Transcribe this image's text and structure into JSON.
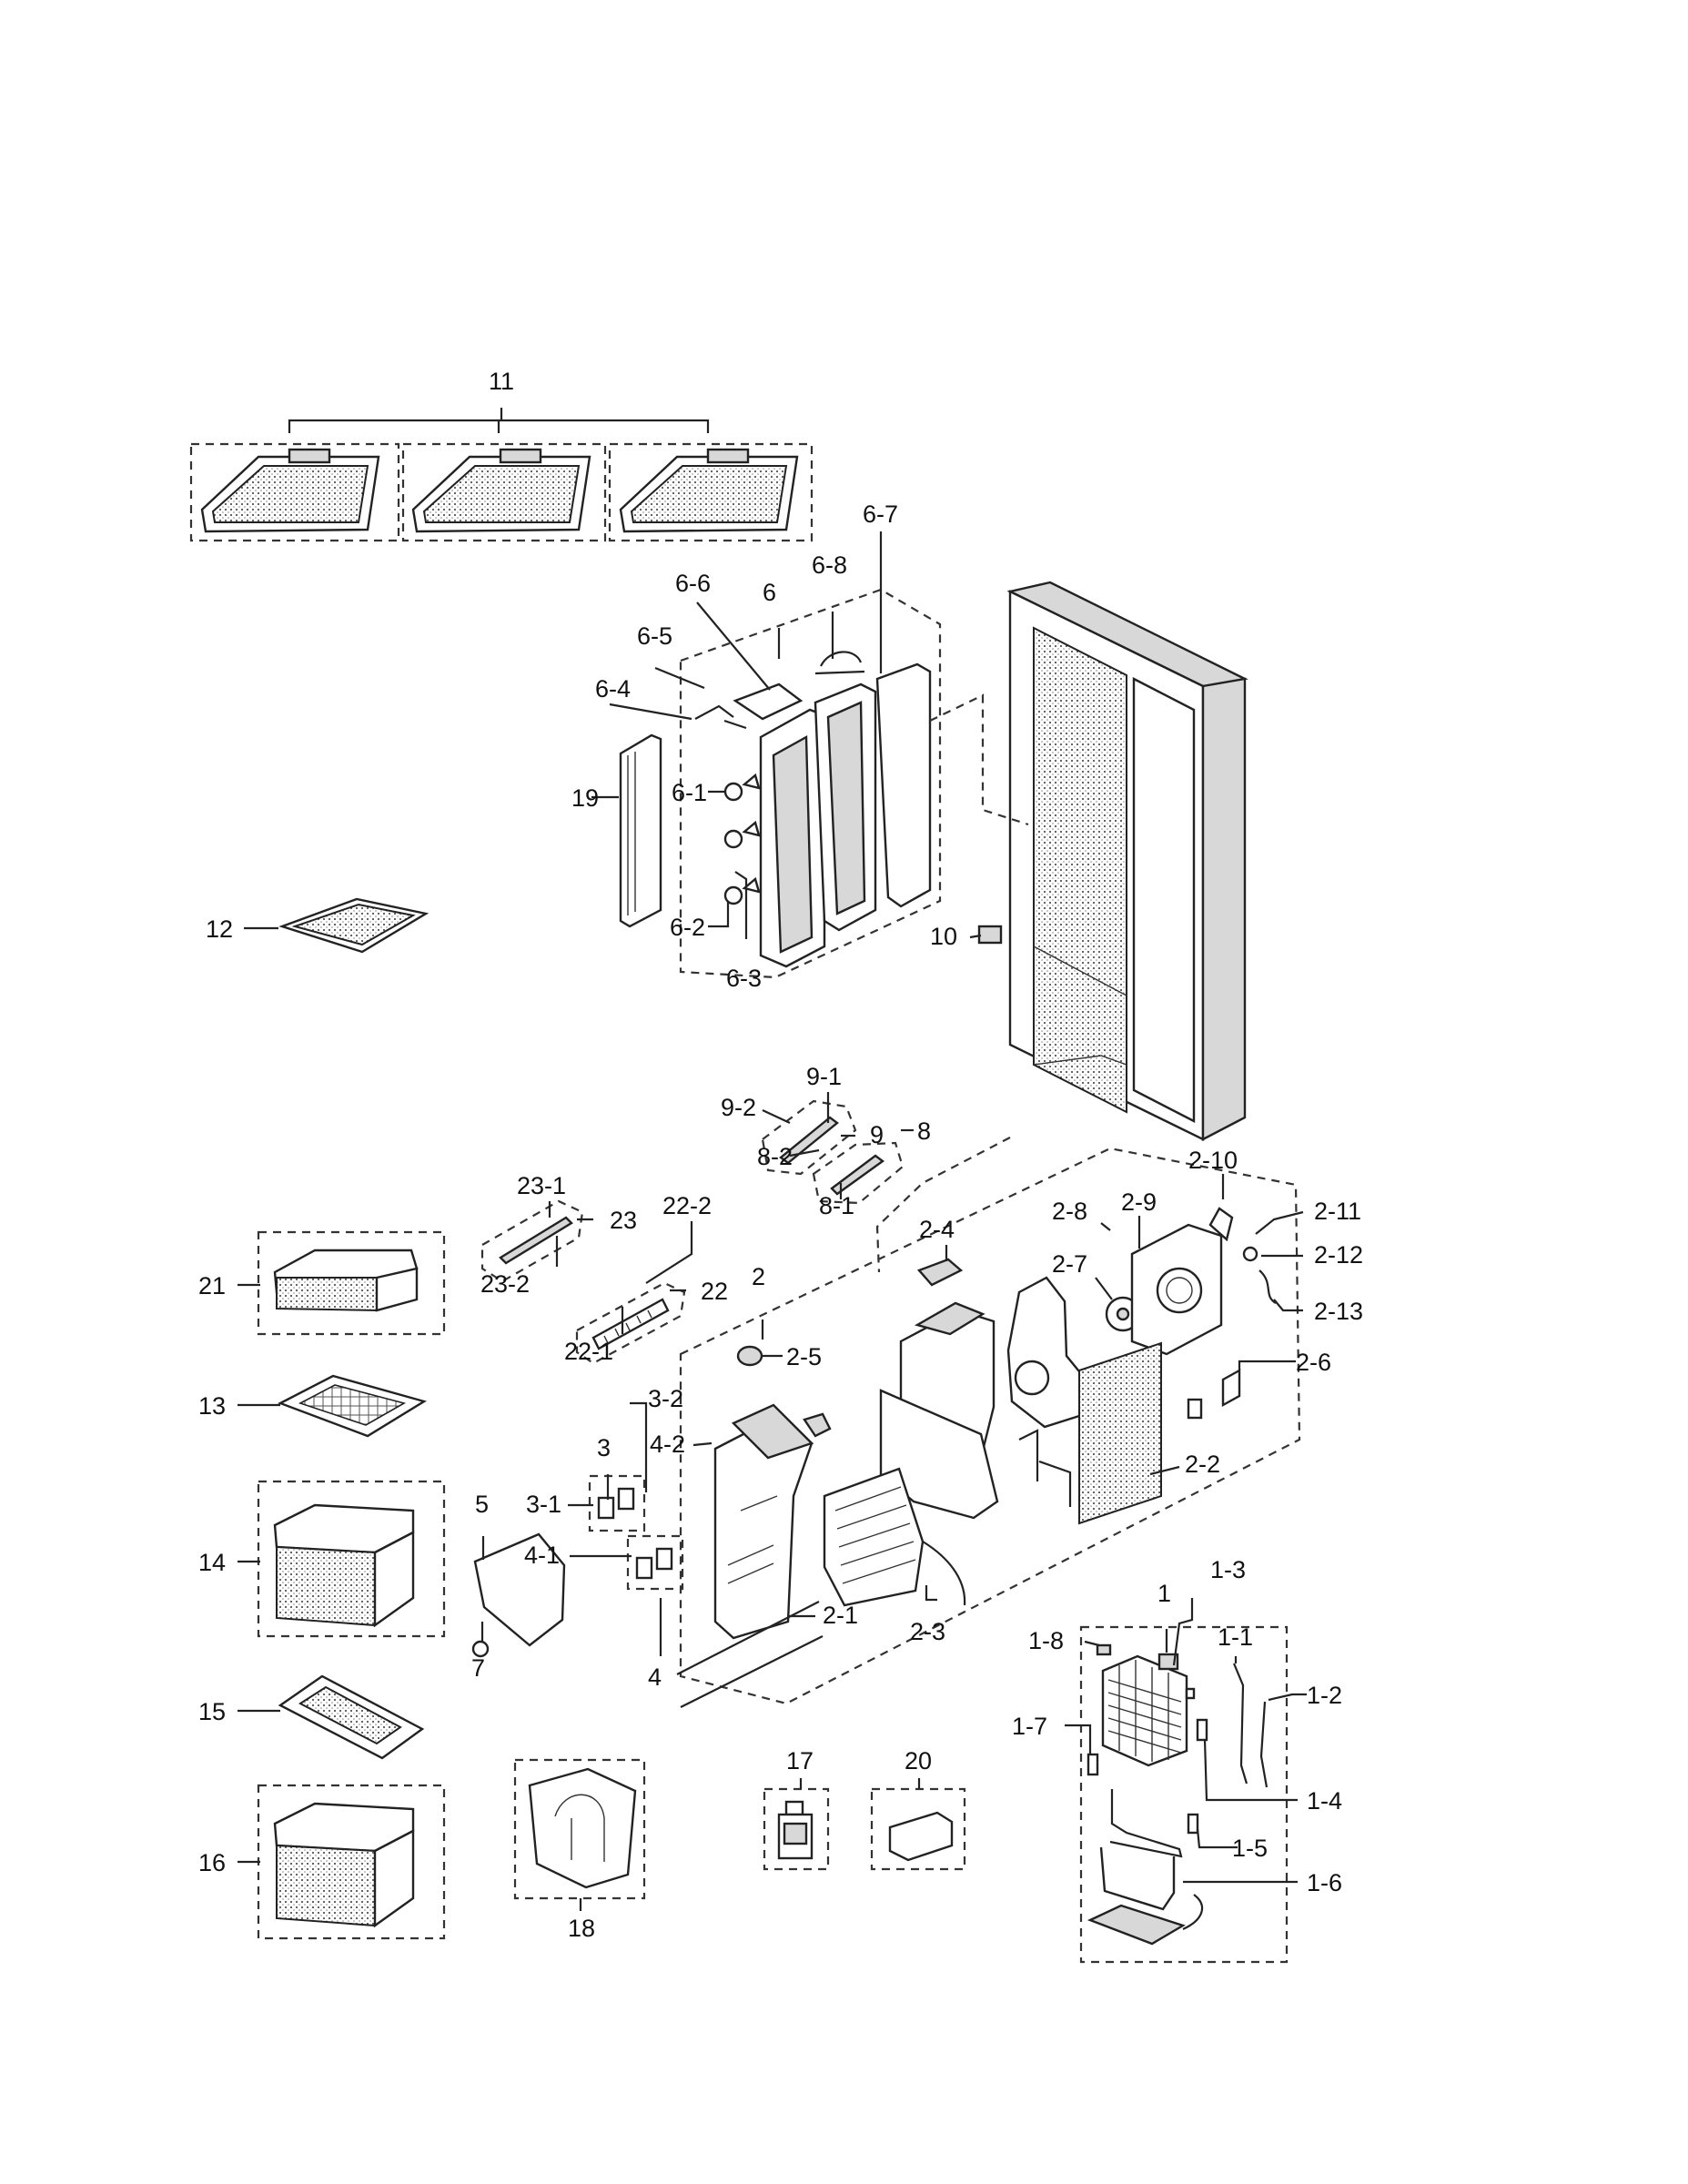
{
  "diagram": {
    "colors": {
      "ink": "#111111",
      "paper": "#ffffff",
      "shade": "#d8d8d8"
    },
    "callouts": {
      "c11": "11",
      "c6_7": "6-7",
      "c6_8": "6-8",
      "c6_6": "6-6",
      "c6": "6",
      "c6_5": "6-5",
      "c6_4": "6-4",
      "c19": "19",
      "c6_1": "6-1",
      "c12": "12",
      "c6_2": "6-2",
      "c6_3": "6-3",
      "c10": "10",
      "c9_1": "9-1",
      "c9_2": "9-2",
      "c9": "9",
      "c8": "8",
      "c8_2": "8-2",
      "c8_1": "8-1",
      "c23_1": "23-1",
      "c23": "23",
      "c23_2": "23-2",
      "c22_2": "22-2",
      "c22": "22",
      "c22_1": "22-1",
      "c2_10": "2-10",
      "c2_9": "2-9",
      "c2_8": "2-8",
      "c2_11": "2-11",
      "c2_12": "2-12",
      "c2_4": "2-4",
      "c2_7": "2-7",
      "c2_13": "2-13",
      "c2": "2",
      "c2_5": "2-5",
      "c2_6": "2-6",
      "c21": "21",
      "c13": "13",
      "c3_2": "3-2",
      "c3": "3",
      "c4_2": "4-2",
      "c2_2": "2-2",
      "c5": "5",
      "c3_1": "3-1",
      "c14": "14",
      "c4_1": "4-1",
      "c1_3": "1-3",
      "c1": "1",
      "c2_1": "2-1",
      "c2_3": "2-3",
      "c1_8": "1-8",
      "c1_1": "1-1",
      "c1_2": "1-2",
      "c7": "7",
      "c4": "4",
      "c1_7": "1-7",
      "c15": "15",
      "c17": "17",
      "c20": "20",
      "c1_4": "1-4",
      "c1_5": "1-5",
      "c16": "16",
      "c1_6": "1-6",
      "c18": "18"
    }
  }
}
